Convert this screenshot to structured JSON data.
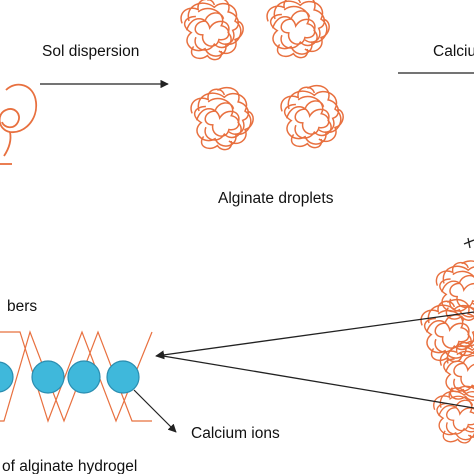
{
  "labels": {
    "sol_dispersion": "Sol dispersion",
    "calcium_truncated": "Calciu",
    "alginate_droplets": "Alginate droplets",
    "fibers_truncated": "bers",
    "calcium_ions": "Calcium ions",
    "hydrogel_truncated": "of alginate hydrogel"
  },
  "colors": {
    "polymer_strand": "#e8703f",
    "calcium_ion_fill": "#3fb8db",
    "calcium_ion_stroke": "#2a8db0",
    "arrow": "#222222",
    "text": "#111111"
  }
}
